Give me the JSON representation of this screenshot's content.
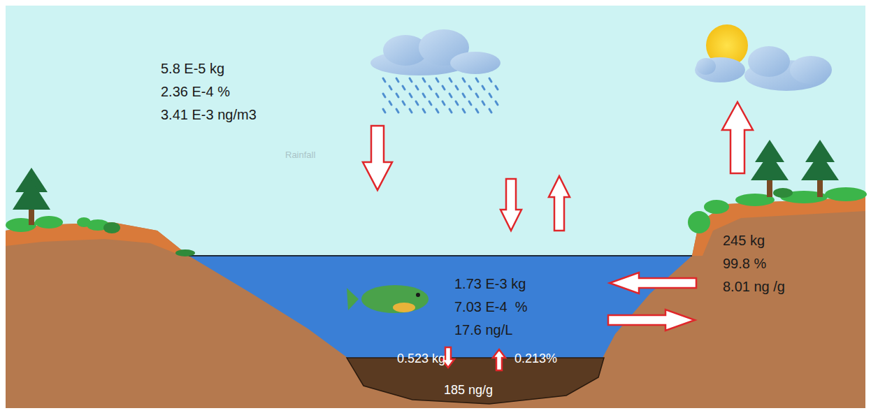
{
  "diagram": {
    "nodes": [
      {
        "text": [
          "5.8 E-5 kg",
          "2.36 E-4 %",
          "3.41 E-3 ng/m3"
        ]
      },
      {
        "text": [
          "1.73 E-3 kg",
          "7.03 E-4  %",
          "17.6 ng/L"
        ]
      },
      {
        "text": [
          "245 kg",
          "99.8 %",
          "8.01 ng /g"
        ]
      },
      {
        "text": [
          "0.523 kg",
          "0.213%",
          "185 ng/g"
        ]
      }
    ],
    "edges": [
      {
        "from": 0,
        "to": 1,
        "arrow": "to"
      },
      {
        "from": 0,
        "to": 1,
        "arrow": "to"
      },
      {
        "from": 1,
        "to": 0,
        "arrow": "to"
      },
      {
        "from": 2,
        "to": 1,
        "arrow": "to"
      },
      {
        "from": 1,
        "to": 2,
        "arrow": "to"
      },
      {
        "from": 1,
        "to": 3,
        "arrow": "to"
      },
      {
        "from": 3,
        "to": 1,
        "arrow": "to"
      },
      {
        "from": 2,
        "to": 0,
        "arrow": "to"
      }
    ],
    "labels": [
      "Rainfall"
    ]
  }
}
